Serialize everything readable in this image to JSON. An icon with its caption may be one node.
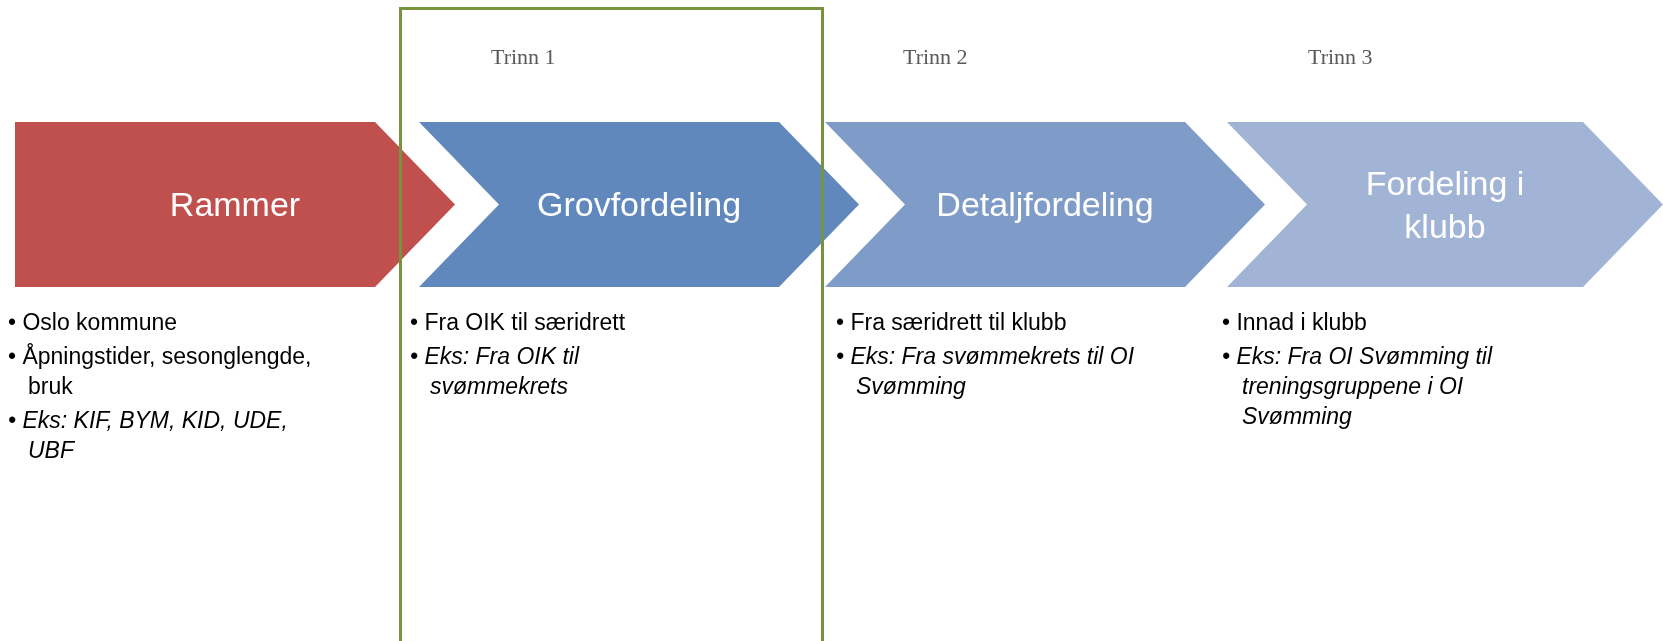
{
  "diagram": {
    "nodes": [
      {
        "text": [
          "Rammer"
        ],
        "beside": [
          "• Oslo kommune",
          "• Åpningstider, sesonglengde, bruk",
          "• Eks: KIF, BYM, KID, UDE, UBF"
        ]
      },
      {
        "text": [
          "Grovfordeling"
        ],
        "beside": [
          "• Fra OIK til særidrett",
          "• Eks: Fra OIK til svømmekrets"
        ]
      },
      {
        "text": [
          "Detaljfordeling"
        ],
        "beside": [
          "• Fra særidrett til klubb",
          "• Eks: Fra svømmekrets til OI Svømming"
        ]
      },
      {
        "text": [
          "Fordeling i klubb"
        ],
        "beside": [
          "• Innad i klubb",
          "• Eks: Fra OI Svømming til treningsgruppene i OI Svømming"
        ]
      }
    ],
    "labels": [
      "Trinn 1",
      "Trinn 2",
      "Trinn 3"
    ]
  }
}
